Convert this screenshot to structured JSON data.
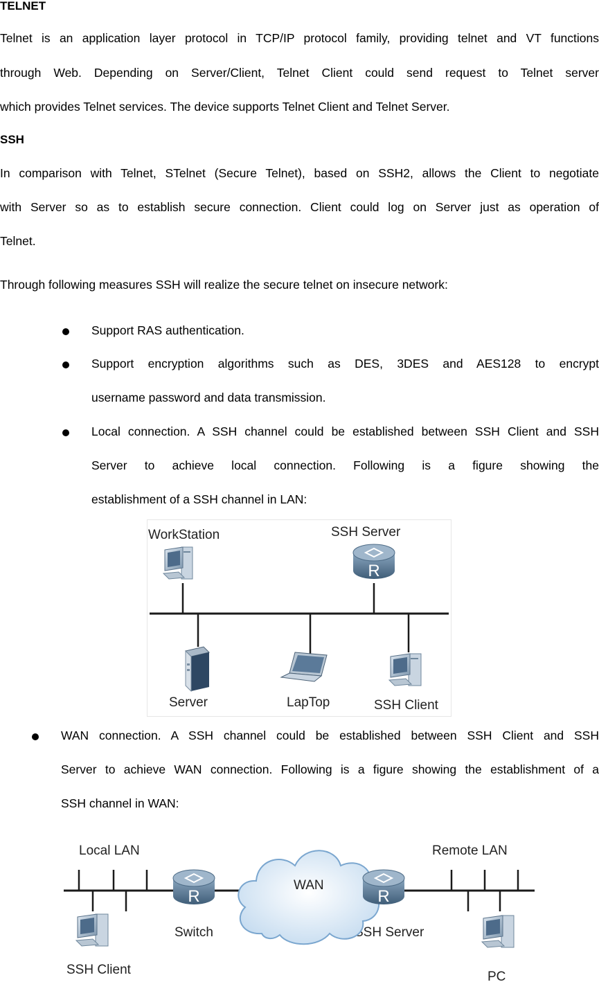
{
  "sections": {
    "telnet": {
      "heading": "TELNET",
      "lines": [
        "Telnet is an application layer protocol in TCP/IP protocol family, providing telnet and VT functions",
        "through  Web.  Depending  on  Server/Client,  Telnet  Client  could  send  request  to  Telnet  server",
        "which provides Telnet services. The device supports Telnet Client and Telnet Server."
      ]
    },
    "ssh": {
      "heading": "SSH",
      "lines": [
        "In comparison with Telnet, STelnet (Secure Telnet), based on SSH2, allows the Client to negotiate",
        "with Server so as to establish secure connection. Client could log on Server just as operation of",
        "Telnet."
      ],
      "measures_intro": "Through following measures SSH will realize the secure telnet on insecure network:"
    }
  },
  "bullets": [
    {
      "lines": [
        "Support RAS authentication."
      ]
    },
    {
      "lines": [
        "Support   encryption   algorithms   such   as   DES,   3DES   and   AES128   to   encrypt",
        "username password and data transmission."
      ]
    },
    {
      "lines": [
        "Local connection. A SSH channel could be established between SSH Client and SSH",
        "Server   to   achieve   local   connection.   Following   is   a   figure   showing   the",
        "establishment of a SSH channel in LAN:"
      ]
    },
    {
      "lines": [
        "WAN  connection.  A  SSH  channel  could  be  established  between  SSH  Client  and  SSH",
        "Server to achieve WAN connection. Following is a figure showing the establishment of a",
        "SSH channel in WAN:"
      ]
    }
  ],
  "figure_lan": {
    "labels": {
      "workstation": "WorkStation",
      "ssh_server": "SSH Server",
      "server": "Server",
      "laptop": "LapTop",
      "ssh_client": "SSH Client"
    },
    "icons": [
      "workstation-icon",
      "router-icon",
      "server-icon",
      "laptop-icon",
      "pc-icon"
    ],
    "router_letter": "R"
  },
  "figure_wan": {
    "labels": {
      "local_lan": "Local LAN",
      "remote_lan": "Remote LAN",
      "wan": "WAN",
      "switch": "Switch",
      "ssh_server": "SSH Server",
      "ssh_client": "SSH Client",
      "pc": "PC"
    },
    "icons": [
      "router-icon",
      "cloud-icon",
      "pc-icon"
    ],
    "router_letter": "R",
    "colors": {
      "cloud_fill": "#dbe9f6",
      "cloud_stroke": "#7aa6cf",
      "router_fill": "#5f7d97"
    }
  }
}
